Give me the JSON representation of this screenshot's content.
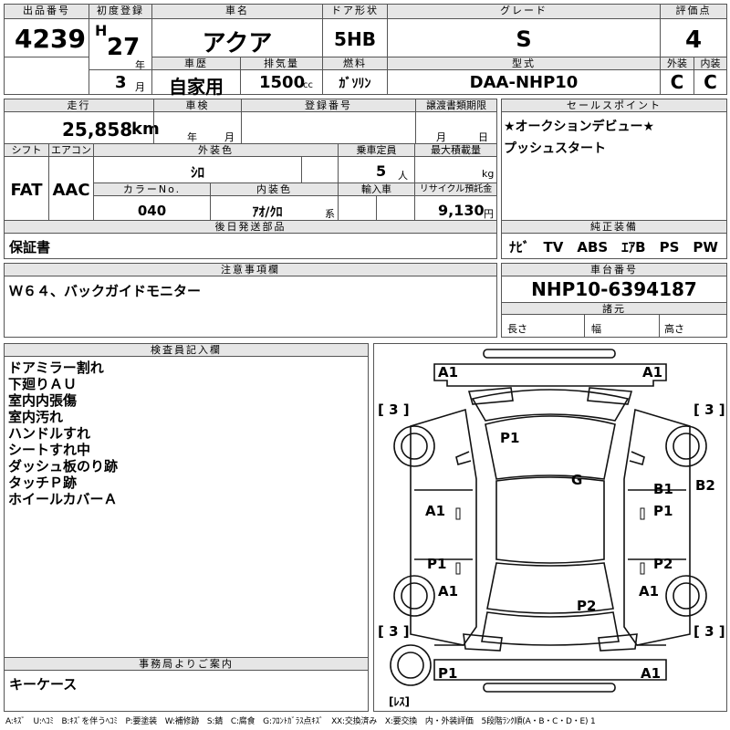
{
  "header": {
    "lot_label": "出品番号",
    "lot": "4239",
    "first_reg_label": "初度登録",
    "era": "H",
    "year": "27",
    "year_unit": "年",
    "month": "3",
    "month_unit": "月",
    "car_name_label": "車名",
    "car_name": "アクア",
    "door_label": "ドア形状",
    "door": "5HB",
    "grade_label": "グレード",
    "grade": "S",
    "score_label": "評価点",
    "score": "4",
    "history_label": "車歴",
    "history": "自家用",
    "displacement_label": "排気量",
    "displacement": "1500",
    "cc_unit": "cc",
    "fuel_label": "燃料",
    "fuel": "ｶﾞｿﾘﾝ",
    "model_label": "型式",
    "model": "DAA-NHP10",
    "ext_label": "外装",
    "ext": "C",
    "int_label": "内装",
    "int": "C"
  },
  "spec": {
    "mileage_label": "走行",
    "mileage": "25,858",
    "km_unit": "km",
    "inspection_label": "車検",
    "year_unit": "年",
    "month_unit": "月",
    "reg_no_label": "登録番号",
    "transfer_label": "譲渡書類期限",
    "day_unit": "日",
    "shift_label": "シフト",
    "shift": "FAT",
    "ac_label": "エアコン",
    "ac": "AAC",
    "color_label": "外装色",
    "color": "ｼﾛ",
    "capacity_label": "乗車定員",
    "capacity": "5",
    "person_unit": "人",
    "load_label": "最大積載量",
    "kg_unit": "kg",
    "color_no_label": "カラーNo.",
    "color_no": "040",
    "interior_color_label": "内装色",
    "interior_color": "ｱｵ/ｸﾛ",
    "system_unit": "系",
    "import_label": "輸入車",
    "recycle_label": "リサイクル預託金",
    "recycle": "9,130",
    "yen_unit": "円"
  },
  "sales_points": {
    "label": "セールスポイント",
    "lines": [
      "★オークションデビュー★",
      "プッシュスタート"
    ]
  },
  "later_parts": {
    "label": "後日発送部品",
    "value": "保証書"
  },
  "genuine_equipment": {
    "label": "純正装備",
    "value": "ﾅﾋﾞ　TV　ABS　ｴｱB　PS　PW"
  },
  "caution": {
    "label": "注意事項欄",
    "value": "Ｗ６４、バックガイドモニター"
  },
  "chassis": {
    "label": "車台番号",
    "value": "NHP10-6394187",
    "dims_label": "諸元",
    "length_label": "長さ",
    "width_label": "幅",
    "height_label": "高さ"
  },
  "inspector": {
    "label": "検査員記入欄",
    "lines": [
      "ドアミラー割れ",
      "下廻りＡＵ",
      "室内内張傷",
      "室内汚れ",
      "ハンドルすれ",
      "シートすれ中",
      "ダッシュ板のり跡",
      "タッチＰ跡",
      "ホイールカバーＡ"
    ]
  },
  "office_notes": {
    "label": "事務局よりご案内",
    "value": "キーケース"
  },
  "diagram": {
    "marks": [
      "A1",
      "A1",
      "[ 3 ]",
      "[ 3 ]",
      "P1",
      "G",
      "B1",
      "B2",
      "A1",
      "P1",
      "P1",
      "P2",
      "A1",
      "A1",
      "P2",
      "[ 3 ]",
      "[ 3 ]",
      "P1",
      "A1"
    ],
    "no_tire_label": "[ﾚｽ]"
  },
  "legend": "A:ｷｽﾞ　U:ﾍｺﾐ　B:ｷｽﾞを伴うﾍｺﾐ　P:要塗装　W:補修跡　S:錆　C:腐食　G:ﾌﾛﾝﾄｶﾞﾗｽ点ｷｽﾞ　XX:交換済み　X:要交換　内・外装評価　5段階ﾗﾝｸ順(A・B・C・D・E) 1"
}
